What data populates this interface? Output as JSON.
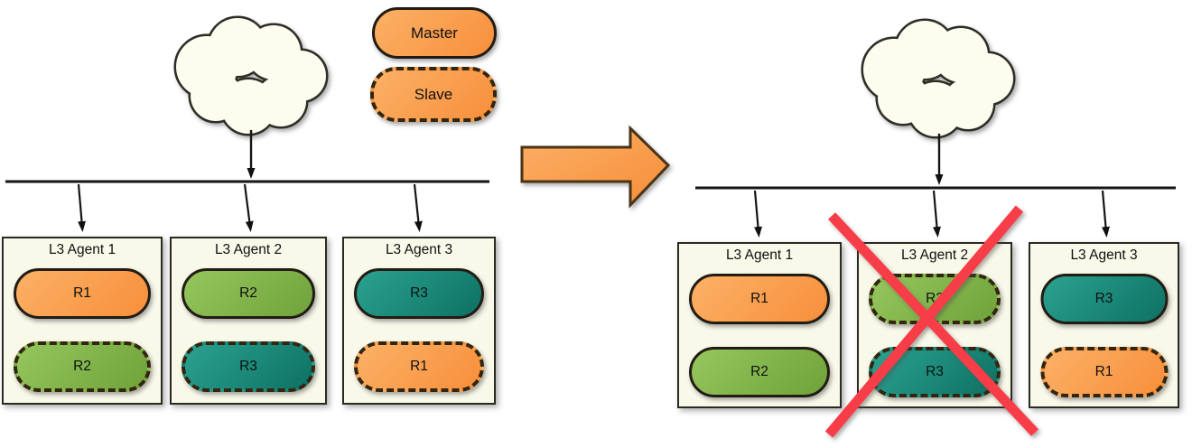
{
  "legend": {
    "master_label": "Master",
    "slave_label": "Slave"
  },
  "before": {
    "agents": [
      {
        "title": "L3 Agent 1",
        "failed": false,
        "routers": [
          {
            "label": "R1",
            "color": "orange",
            "role": "master"
          },
          {
            "label": "R2",
            "color": "green",
            "role": "slave"
          }
        ]
      },
      {
        "title": "L3 Agent 2",
        "failed": false,
        "routers": [
          {
            "label": "R2",
            "color": "green",
            "role": "master"
          },
          {
            "label": "R3",
            "color": "teal",
            "role": "slave"
          }
        ]
      },
      {
        "title": "L3 Agent 3",
        "failed": false,
        "routers": [
          {
            "label": "R3",
            "color": "teal",
            "role": "master"
          },
          {
            "label": "R1",
            "color": "orange",
            "role": "slave"
          }
        ]
      }
    ]
  },
  "after": {
    "agents": [
      {
        "title": "L3 Agent 1",
        "failed": false,
        "routers": [
          {
            "label": "R1",
            "color": "orange",
            "role": "master"
          },
          {
            "label": "R2",
            "color": "green",
            "role": "master"
          }
        ]
      },
      {
        "title": "L3 Agent 2",
        "failed": true,
        "routers": [
          {
            "label": "R2",
            "color": "green",
            "role": "slave"
          },
          {
            "label": "R3",
            "color": "teal",
            "role": "slave"
          }
        ]
      },
      {
        "title": "L3 Agent 3",
        "failed": false,
        "routers": [
          {
            "label": "R3",
            "color": "teal",
            "role": "master"
          },
          {
            "label": "R1",
            "color": "orange",
            "role": "slave"
          }
        ]
      }
    ]
  },
  "colors": {
    "master_orange": "#F9A04F",
    "router_green": "#85B84C",
    "router_teal": "#1E8F7E",
    "failure_cross_red": "#F73E47",
    "box_background": "#F9F9EA",
    "cloud_background": "#FCFCEF",
    "line_black": "#151515",
    "slave_dash_brown": "#33250F",
    "transition_arrow_orange": "#F9A04F"
  }
}
